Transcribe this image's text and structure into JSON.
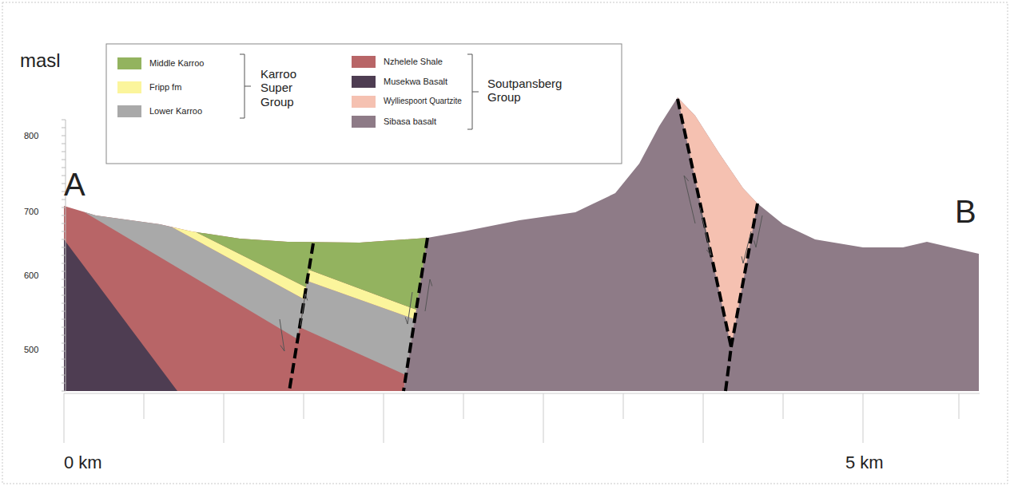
{
  "diagram": {
    "labels": [
      "masl",
      "800",
      "700",
      "600",
      "500",
      "A",
      "B",
      "0 km",
      "5 km",
      "Karroo Super Group",
      "Soutpansberg Group"
    ],
    "legend": [
      {
        "text": "Middle Karroo",
        "color": "#93b35f"
      },
      {
        "text": "Fripp fm",
        "color": "#fbf59c"
      },
      {
        "text": "Lower Karroo",
        "color": "#a9a9a9"
      },
      {
        "text": "Nzhelele Shale",
        "color": "#b86567"
      },
      {
        "text": "Musekwa Basalt",
        "color": "#4e3d52"
      },
      {
        "text": "Wylliespoort Quartzite",
        "color": "#f5c1b1"
      },
      {
        "text": "Sibasa basalt",
        "color": "#8e7b87"
      }
    ]
  }
}
